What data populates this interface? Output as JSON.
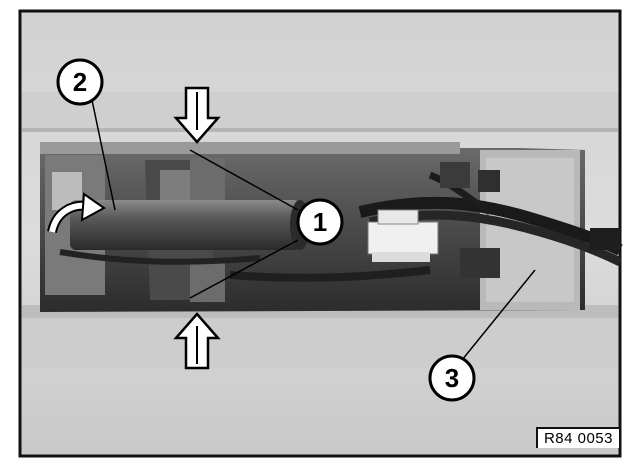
{
  "figure": {
    "reference_code": "R84 0053",
    "callouts": [
      {
        "number": "1"
      },
      {
        "number": "2"
      },
      {
        "number": "3"
      }
    ],
    "colors": {
      "frame": "#111111",
      "background": "#d8d8d8",
      "housing_dark": "#3a3a3a",
      "callout_fill": "#ffffff"
    }
  }
}
